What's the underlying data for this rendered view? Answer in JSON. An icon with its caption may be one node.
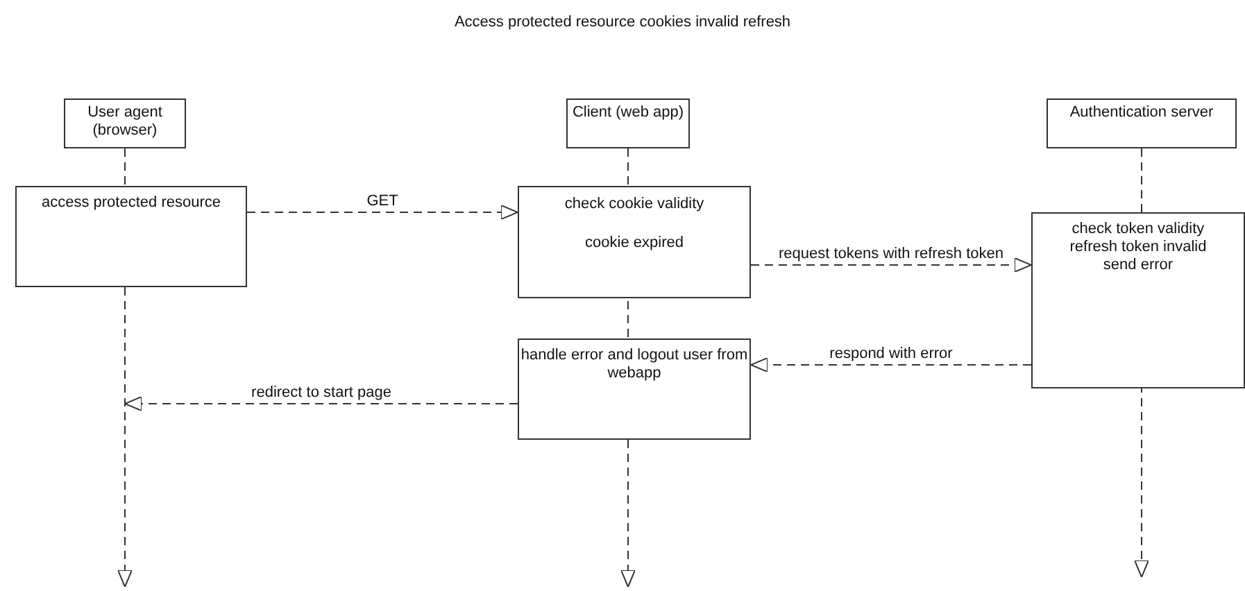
{
  "diagram": {
    "title": "Access protected resource cookies invalid refresh",
    "nodes": [
      {
        "text": [
          "User agent (browser)"
        ]
      },
      {
        "text": [
          "Client (web app)"
        ]
      },
      {
        "text": [
          "Authentication server"
        ]
      },
      {
        "text": [
          "access protected resource"
        ]
      },
      {
        "text": [
          "check cookie validity",
          "cookie expired"
        ]
      },
      {
        "text": [
          "check token validity",
          "refresh token invalid",
          "send error"
        ]
      },
      {
        "text": [
          "handle error and logout user from webapp"
        ]
      }
    ],
    "edges": [
      {
        "from": 3,
        "to": 4,
        "arrow": "to",
        "label": "GET",
        "style": "dashed"
      },
      {
        "from": 4,
        "to": 5,
        "arrow": "to",
        "label": "request tokens with refresh token",
        "style": "dashed"
      },
      {
        "from": 5,
        "to": 6,
        "arrow": "to",
        "label": "respond with error",
        "style": "dashed"
      },
      {
        "from": 6,
        "to": null,
        "arrow": "to",
        "label": "redirect to start page",
        "style": "dashed"
      },
      {
        "from": 0,
        "to": null,
        "arrow": "to",
        "style": "dashed"
      },
      {
        "from": 1,
        "to": null,
        "arrow": "to",
        "style": "dashed"
      },
      {
        "from": 2,
        "to": null,
        "arrow": "to",
        "style": "dashed"
      }
    ]
  }
}
